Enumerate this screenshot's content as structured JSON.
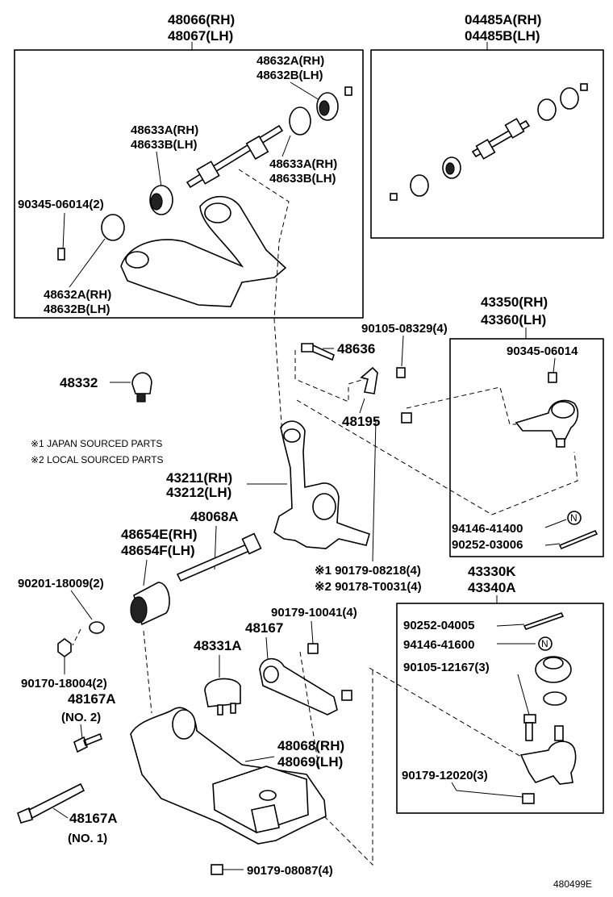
{
  "labels": {
    "uarm_rh": "48066(RH)",
    "uarm_lh": "48067(LH)",
    "kit_rh": "04485A(RH)",
    "kit_lh": "04485B(LH)",
    "b632a_rh": "48632A(RH)",
    "b632b_lh": "48632B(LH)",
    "b633a_rh_l": "48633A(RH)",
    "b633b_lh_l": "48633B(LH)",
    "b633a_rh_r": "48633A(RH)",
    "b633b_lh_r": "48633B(LH)",
    "bolt_90345_2": "90345-06014(2)",
    "b632a_rh_b": "48632A(RH)",
    "b632b_lh_b": "48632B(LH)",
    "ujoint_rh": "43350(RH)",
    "ujoint_lh": "43360(LH)",
    "bolt_90105_08329": "90105-08329(4)",
    "p48636": "48636",
    "bolt_90345_06014": "90345-06014",
    "bumper_48332": "48332",
    "p48195": "48195",
    "note1": "※1 JAPAN SOURCED PARTS",
    "note2": "※2 LOCAL SOURCED PARTS",
    "knuckle_rh": "43211(RH)",
    "knuckle_lh": "43212(LH)",
    "pin_94146_41400": "94146-41400",
    "pin_90252_03006": "90252-03006",
    "p48068a": "48068A",
    "bush_rh": "48654E(RH)",
    "bush_lh": "48654F(LH)",
    "nut_90201": "90201-18009(2)",
    "nut_90179_08218": "※1 90179-08218(4)",
    "nut_90178_t0031": "※2 90178-T0031(4)",
    "ljoint_k": "43330K",
    "ljoint_a": "43340A",
    "nut_90179_10041": "90179-10041(4)",
    "p48167": "48167",
    "p48331a": "48331A",
    "pin_90252_04005": "90252-04005",
    "pin_94146_41600": "94146-41600",
    "nut_90170": "90170-18004(2)",
    "p48167a_2": "48167A",
    "no2": "(NO. 2)",
    "bolt_90105_12167": "90105-12167(3)",
    "larm_rh": "48068(RH)",
    "larm_lh": "48069(LH)",
    "nut_90179_12020": "90179-12020(3)",
    "p48167a_1": "48167A",
    "no1": "(NO. 1)",
    "nut_90179_08087": "90179-08087(4)",
    "drawing_no": "480499E",
    "clip_n": "N"
  }
}
